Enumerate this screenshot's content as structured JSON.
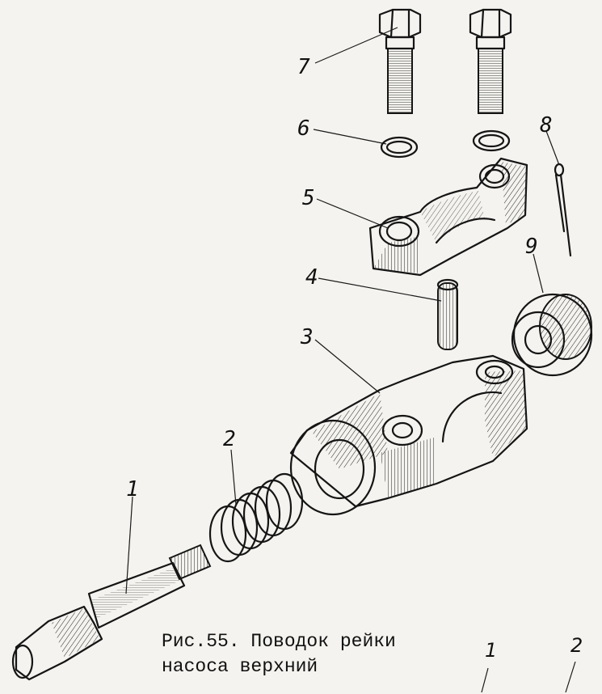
{
  "callouts": {
    "c1": "1",
    "c2": "2",
    "c3": "3",
    "c4": "4",
    "c5": "5",
    "c6": "6",
    "c7": "7",
    "c8": "8",
    "c9": "9"
  },
  "caption": {
    "line1": "Рис.55. Поводок рейки",
    "line2": "насоса верхний"
  },
  "corner_marks": {
    "left": "1",
    "right": "2"
  }
}
